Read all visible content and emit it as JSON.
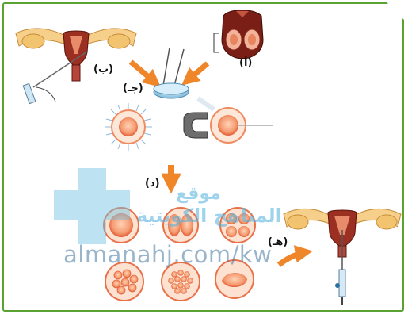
{
  "labels": {
    "a": "(أ)",
    "b": "(ب)",
    "c": "(جـ)",
    "d": "(د)",
    "e": "(هـ)"
  },
  "watermark": {
    "line1": "موقع",
    "line2": "المناهج الكويتية",
    "url": "almanahj.com/kw"
  },
  "colors": {
    "frame": "#5aa332",
    "arrow": "#f0862a",
    "cell_fill": "#f7a07a",
    "cell_ring": "#e2582f",
    "uterus": "#8b2a1f",
    "watermark": "#50afdc"
  }
}
